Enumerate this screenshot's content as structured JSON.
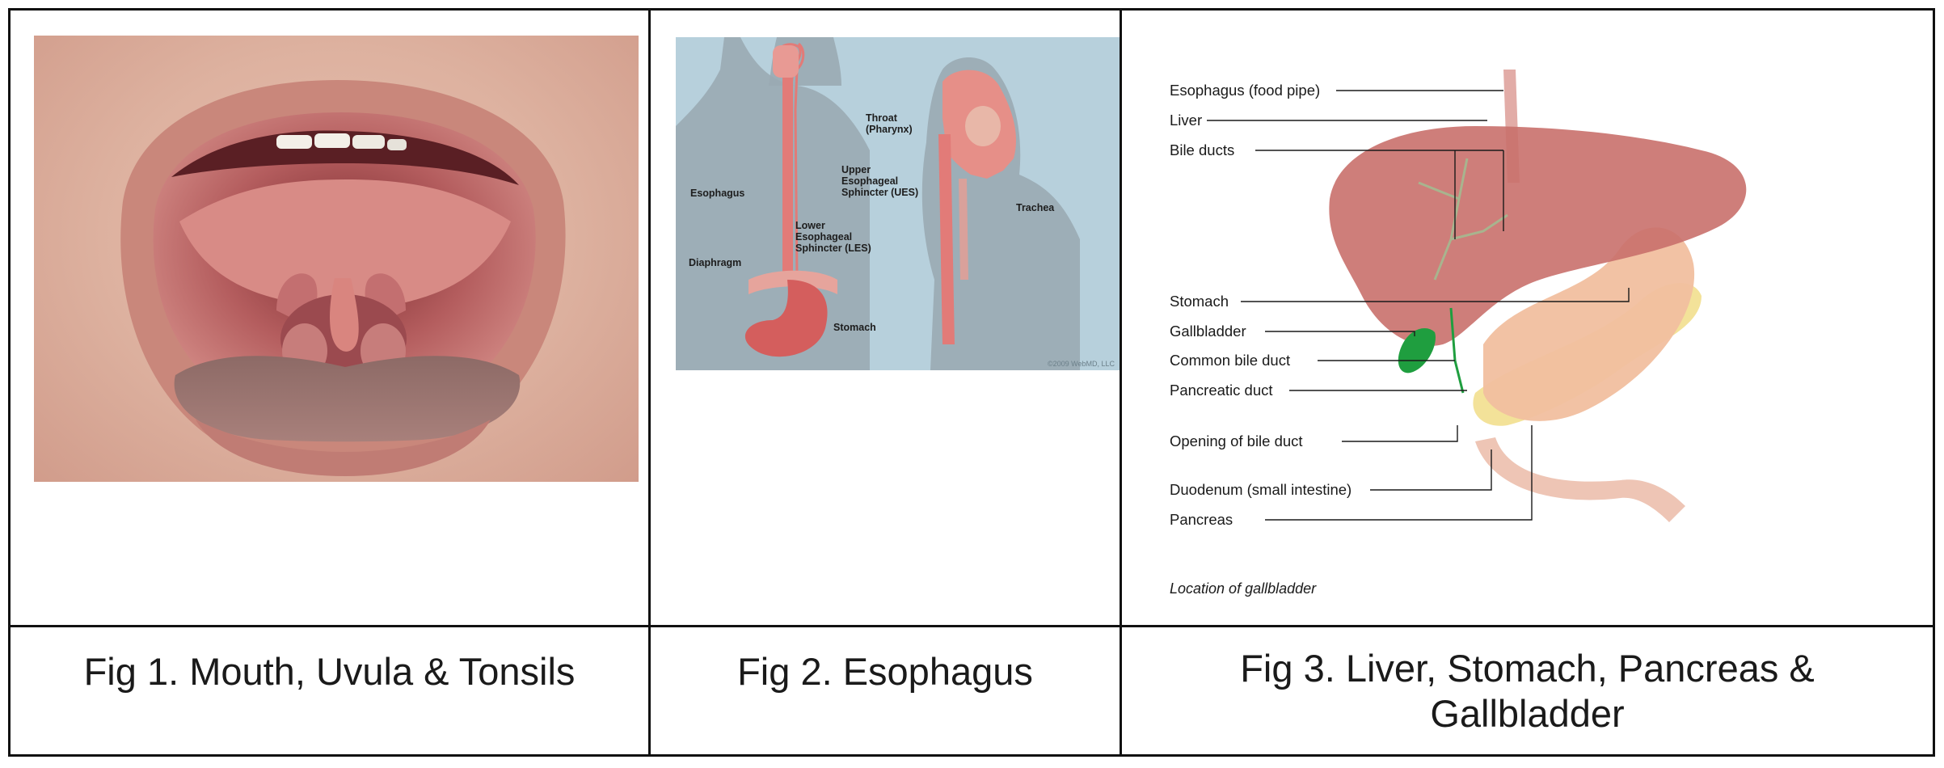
{
  "captions": {
    "fig1": "Fig 1. Mouth, Uvula & Tonsils",
    "fig2": "Fig 2. Esophagus",
    "fig3_line1": "Fig 3. Liver, Stomach, Pancreas &",
    "fig3_line2": "Gallbladder"
  },
  "fig2": {
    "labels": {
      "esophagus": "Esophagus",
      "diaphragm": "Diaphragm",
      "lower_sphincter": "Lower\nEsophageal\nSphincter (LES)",
      "stomach": "Stomach",
      "throat": "Throat\n(Pharynx)",
      "upper_sphincter": "Upper\nEsophageal\nSphincter (UES)",
      "trachea": "Trachea"
    },
    "copyright": "©2009 WebMD, LLC"
  },
  "fig3": {
    "labels": {
      "esophagus": "Esophagus (food pipe)",
      "liver": "Liver",
      "bile_ducts": "Bile ducts",
      "stomach": "Stomach",
      "gallbladder": "Gallbladder",
      "common_bile_duct": "Common bile duct",
      "pancreatic_duct": "Pancreatic duct",
      "opening_bile_duct": "Opening of bile duct",
      "duodenum": "Duodenum (small intestine)",
      "pancreas": "Pancreas"
    },
    "caption": "Location of gallbladder"
  },
  "colors": {
    "border": "#111111",
    "fig2_background": "#b7d0dc",
    "tissue_pink": "#e9847e",
    "liver": "#c96e6a",
    "gallbladder": "#1f9e3f"
  }
}
